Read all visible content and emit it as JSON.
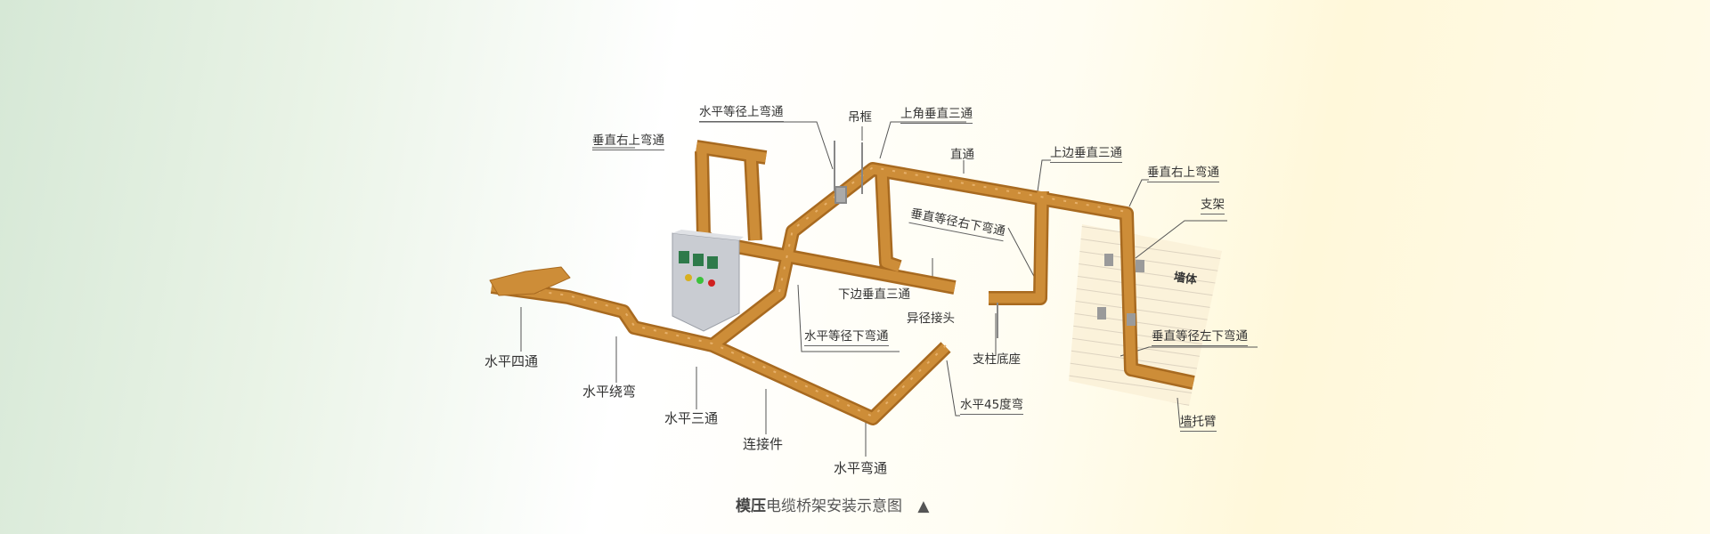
{
  "title": {
    "bold": "模压",
    "rest": "电缆桥架安装示意图",
    "marker": "▲"
  },
  "labels": {
    "horizontal_equal_up_bend": "水平等径上弯通",
    "hanger_frame": "吊框",
    "top_corner_vertical_tee": "上角垂直三通",
    "vertical_right_up_bend_left": "垂直右上弯通",
    "straight": "直通",
    "top_edge_vertical_tee": "上边垂直三通",
    "vertical_right_up_bend_right": "垂直右上弯通",
    "bracket": "支架",
    "vertical_equal_right_down_bend": "垂直等径右下弯通",
    "wall": "墙体",
    "bottom_edge_vertical_tee": "下边垂直三通",
    "reducer": "异径接头",
    "horizontal_equal_down_bend": "水平等径下弯通",
    "column_base": "支柱底座",
    "vertical_equal_left_down_bend": "垂直等径左下弯通",
    "horizontal_cross": "水平四通",
    "horizontal_detour_bend": "水平绕弯",
    "horizontal_tee": "水平三通",
    "horizontal_45_bend": "水平45度弯",
    "wall_bracket_arm": "墙托臂",
    "connector": "连接件",
    "horizontal_bend": "水平弯通"
  },
  "colors": {
    "tray": "#c98a35",
    "tray_edge": "#a86a20",
    "tray_light": "#e0a855",
    "box": "#c9ccd2"
  }
}
